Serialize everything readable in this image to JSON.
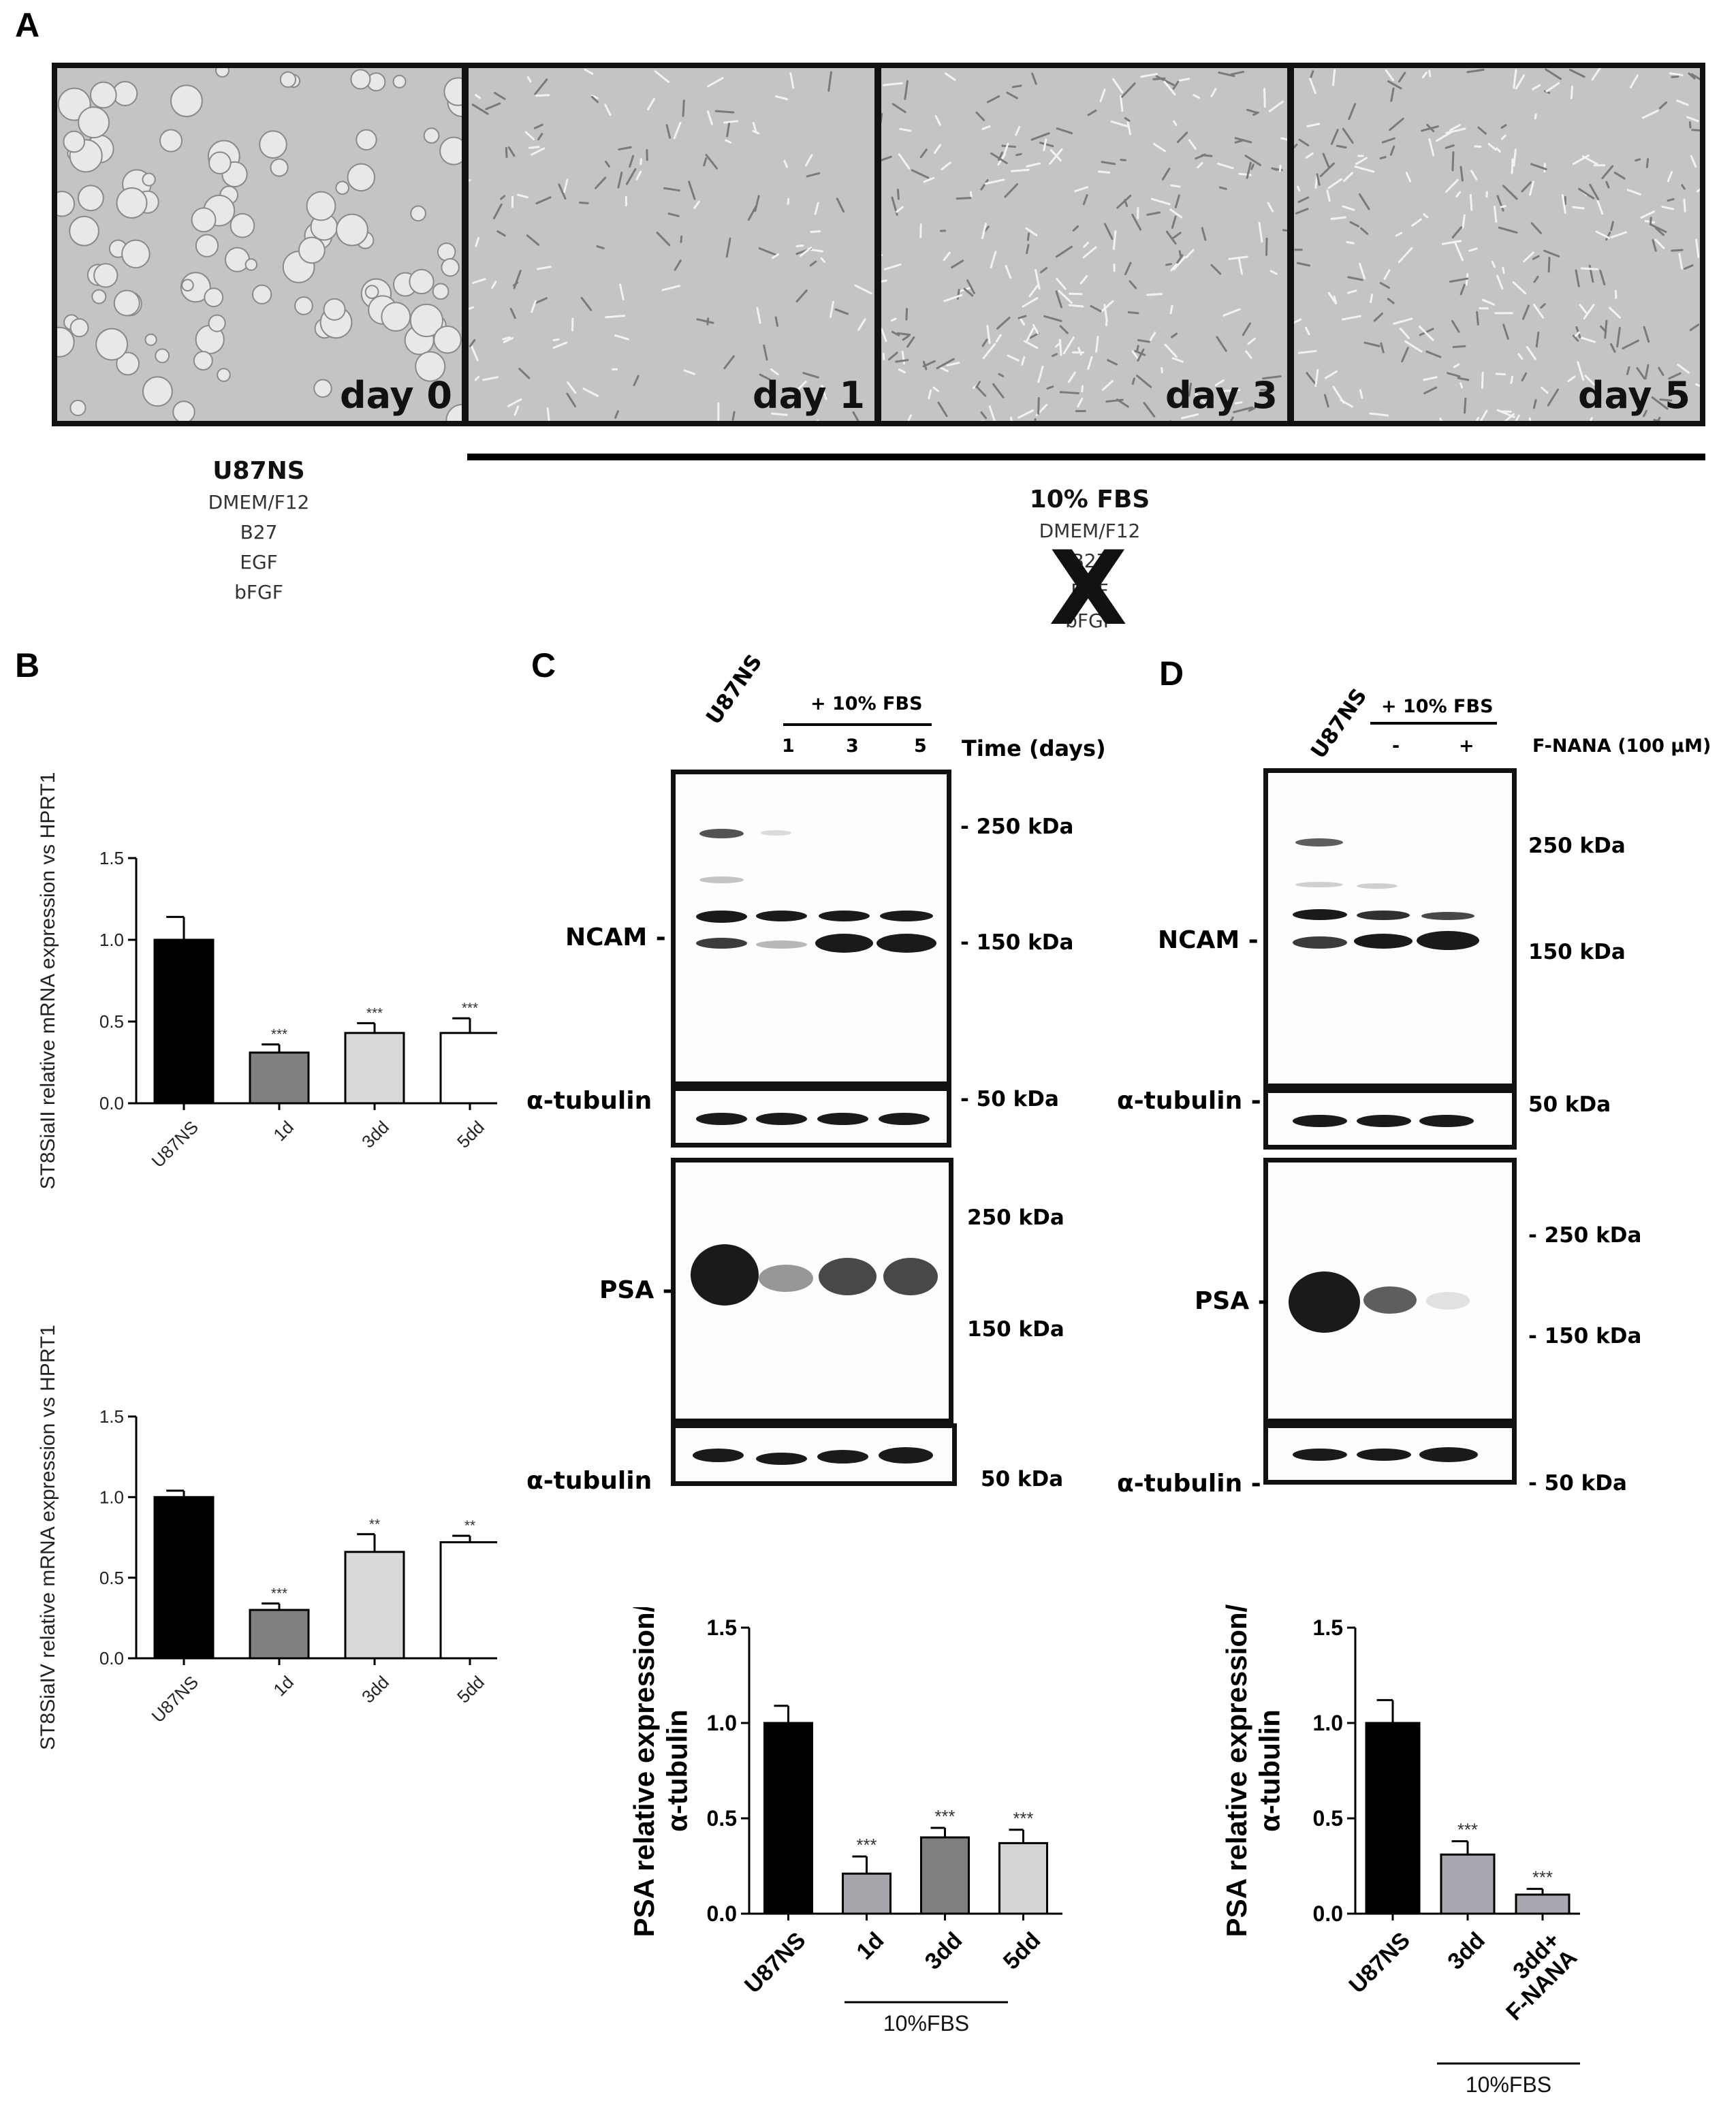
{
  "panels": {
    "a": "A",
    "b": "B",
    "c": "C",
    "d": "D"
  },
  "panel_a": {
    "days": [
      "day 0",
      "day 1",
      "day 3",
      "day 5"
    ],
    "condition_left": {
      "title": "U87NS",
      "lines": [
        "DMEM/F12",
        "B27",
        "EGF",
        "bFGF"
      ]
    },
    "condition_right": {
      "title": "10% FBS",
      "lines": [
        "DMEM/F12",
        "B27",
        "EGF",
        "bFGF"
      ],
      "cross": "X"
    }
  },
  "panel_c": {
    "lane_u87": "U87NS",
    "treatment": "+ 10% FBS",
    "lanes": [
      "1",
      "3",
      "5"
    ],
    "time_label": "Time (days)",
    "ncam": "NCAM -",
    "tubulin": "α-tubulin",
    "psa": "PSA -",
    "kda": [
      "- 250 kDa",
      "- 150 kDa",
      "- 50 kDa",
      "250 kDa",
      "150 kDa",
      "50 kDa"
    ]
  },
  "panel_d": {
    "lane_u87": "U87NS",
    "treatment": "+ 10% FBS",
    "lanes": [
      "-",
      "+"
    ],
    "fnana_label": "F-NANA (100 µM)",
    "ncam": "NCAM -",
    "tubulin": "α-tubulin -",
    "psa": "PSA -",
    "kda": [
      "250 kDa",
      "150 kDa",
      "50 kDa",
      "- 250 kDa",
      "- 150 kDa",
      "- 50 kDa"
    ]
  },
  "chart_data": [
    {
      "id": "b1",
      "type": "bar",
      "ylabel": "ST8SiaII relative mRNA expression vs HPRT1",
      "categories": [
        "U87NS",
        "1d",
        "3dd",
        "5dd"
      ],
      "values": [
        1.0,
        0.31,
        0.43,
        0.43
      ],
      "errors": [
        0.14,
        0.05,
        0.06,
        0.09
      ],
      "significance": [
        "",
        "***",
        "***",
        "***"
      ],
      "fills": [
        "#000000",
        "#808080",
        "#d9d9d9",
        "#ffffff"
      ],
      "ylim": [
        0,
        1.5
      ],
      "yticks": [
        "0.0",
        "0.5",
        "1.0",
        "1.5"
      ]
    },
    {
      "id": "b2",
      "type": "bar",
      "ylabel": "ST8SiaIV relative mRNA expression vs HPRT1",
      "categories": [
        "U87NS",
        "1d",
        "3dd",
        "5dd"
      ],
      "values": [
        1.0,
        0.3,
        0.66,
        0.72
      ],
      "errors": [
        0.04,
        0.04,
        0.11,
        0.04
      ],
      "significance": [
        "",
        "***",
        "**",
        "**"
      ],
      "fills": [
        "#000000",
        "#808080",
        "#d9d9d9",
        "#ffffff"
      ],
      "ylim": [
        0,
        1.5
      ],
      "yticks": [
        "0.0",
        "0.5",
        "1.0",
        "1.5"
      ]
    },
    {
      "id": "c",
      "type": "bar",
      "ylabel": "PSA relative expression/ α-tubulin",
      "categories": [
        "U87NS",
        "1d",
        "3dd",
        "5dd"
      ],
      "values": [
        1.0,
        0.21,
        0.4,
        0.37
      ],
      "errors": [
        0.09,
        0.09,
        0.05,
        0.07
      ],
      "significance": [
        "",
        "***",
        "***",
        "***"
      ],
      "fills": [
        "#000000",
        "#a6a6ad",
        "#7f7f7f",
        "#d4d4d4"
      ],
      "ylim": [
        0,
        1.5
      ],
      "yticks": [
        "0.0",
        "0.5",
        "1.0",
        "1.5"
      ],
      "group_label": "10%FBS"
    },
    {
      "id": "d",
      "type": "bar",
      "ylabel": "PSA relative expression/ α-tubulin",
      "categories": [
        "U87NS",
        "3dd",
        "3dd+ F-NANA"
      ],
      "values": [
        1.0,
        0.31,
        0.1
      ],
      "errors": [
        0.12,
        0.07,
        0.03
      ],
      "significance": [
        "",
        "***",
        "***"
      ],
      "fills": [
        "#000000",
        "#a8a8b0",
        "#a8a8b0"
      ],
      "ylim": [
        0,
        1.5
      ],
      "yticks": [
        "0.0",
        "0.5",
        "1.0",
        "1.5"
      ],
      "group_label": "10%FBS"
    }
  ]
}
